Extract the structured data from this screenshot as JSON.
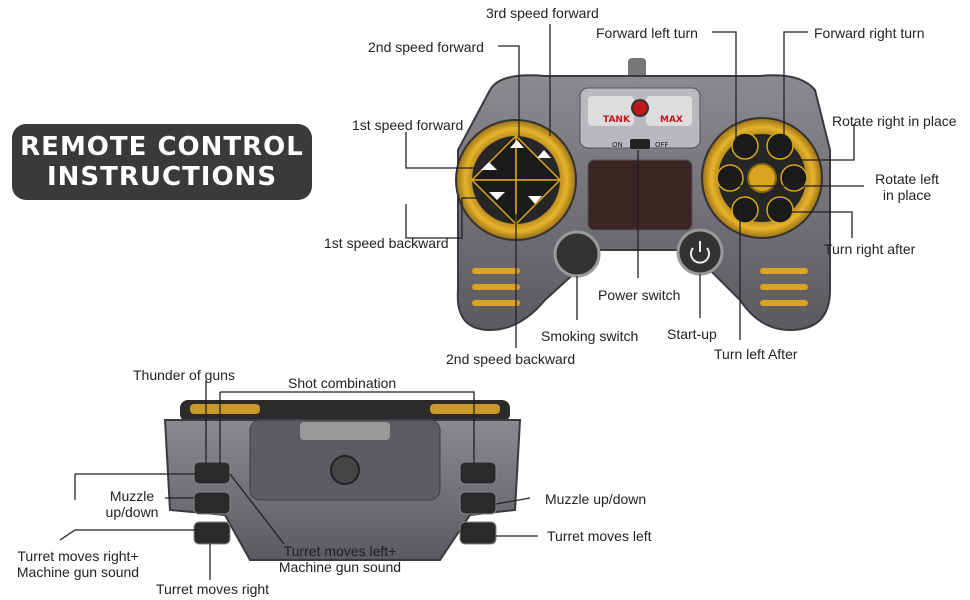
{
  "badge": {
    "line1": "REMOTE CONTROL",
    "line2": "INSTRUCTIONS"
  },
  "controller": {
    "brand_left": "TANK",
    "brand_right": "MAX",
    "switch_on": "ON",
    "switch_off": "OFF"
  },
  "labels": {
    "third_speed_forward": "3rd speed forward",
    "second_speed_forward": "2nd speed forward",
    "first_speed_forward": "1st speed forward",
    "first_speed_backward": "1st speed backward",
    "second_speed_backward": "2nd speed backward",
    "smoking_switch": "Smoking switch",
    "power_switch": "Power switch",
    "start_up": "Start-up",
    "forward_left_turn": "Forward left turn",
    "forward_right_turn": "Forward right turn",
    "rotate_right": "Rotate right in place",
    "rotate_left_1": "Rotate left",
    "rotate_left_2": "in place",
    "turn_right_after": "Turn right after",
    "turn_left_after": "Turn left After",
    "thunder_of_guns": "Thunder of guns",
    "shot_combination": "Shot combination",
    "muzzle_left_1": "Muzzle",
    "muzzle_left_2": "up/down",
    "turret_right_mg_1": "Turret moves right+",
    "turret_right_mg_2": "Machine gun sound",
    "turret_left_mg_1": "Turret moves left+",
    "turret_left_mg_2": "Machine gun sound",
    "turret_moves_right": "Turret moves right",
    "muzzle_right": "Muzzle up/down",
    "turret_moves_left": "Turret moves left"
  },
  "colors": {
    "body": "#6e6e73",
    "body_dark": "#4a4a4f",
    "gold": "#d9a520",
    "badge": "#3a3a3a",
    "line": "#222222"
  }
}
